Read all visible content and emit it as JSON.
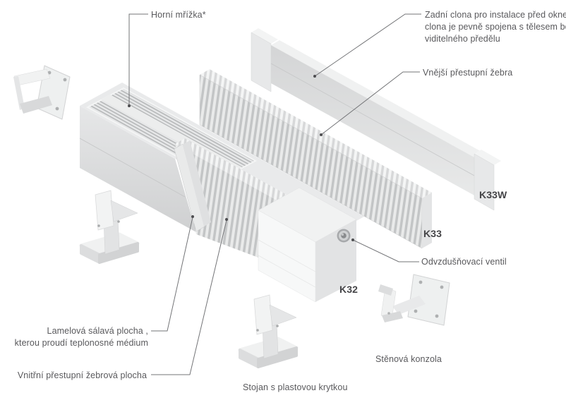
{
  "diagram": {
    "labels": {
      "top_grille": "Horní mřížka*",
      "rear_panel_lines": [
        "Zadní clona pro instalace před oknem,",
        "clona je pevně spojena s tělesem bez",
        "viditelného předělu"
      ],
      "outer_fins": "Vnější přestupní žebra",
      "air_vent": "Odvzdušňovací ventil",
      "lamella_lines": [
        "Lamelová sálavá plocha ,",
        "kterou proudí teplonosné médium"
      ],
      "inner_fins": "Vnitřní přestupní žebrová plocha",
      "stand": "Stojan s plastovou krytkou",
      "wall_bracket": "Stěnová konzola"
    },
    "models": {
      "front": "K32",
      "middle": "K33",
      "rear": "K33W"
    },
    "colors": {
      "text": "#59595c",
      "model_text": "#454548",
      "leader_line": "#737477",
      "body_light": "#f2f3f3",
      "body_mid": "#e3e4e5",
      "body_shadow": "#c9cacb",
      "fin_dark": "#c3c5c6",
      "fin_light": "#e9eaea"
    }
  }
}
